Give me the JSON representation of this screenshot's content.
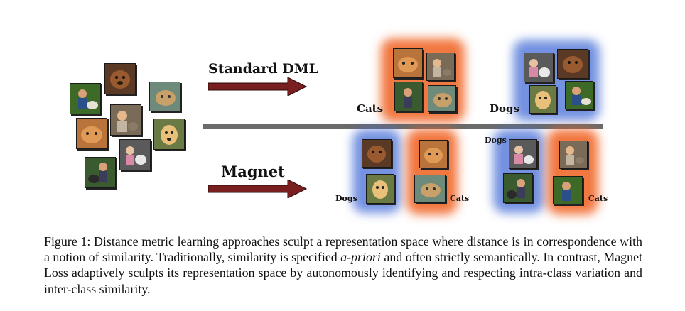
{
  "figure": {
    "top_method": "Standard DML",
    "bottom_method": "Magnet",
    "label_cats": "Cats",
    "label_dogs": "Dogs"
  },
  "caption": {
    "part1": "Figure 1: Distance metric learning approaches sculpt a representation space where distance is in correspondence with a notion of similarity. Traditionally, similarity is specified ",
    "emph": "a-priori",
    "part2": " and often strictly semantically. In contrast, Magnet Loss adaptively sculpts its representation space by autonomously identifying and respecting intra-class variation and inter-class similarity."
  },
  "colors": {
    "arrow": "#7a1f1f",
    "cat_glow": "#f06020",
    "dog_glow": "#466ed7",
    "divider": "#6b6b6b"
  }
}
